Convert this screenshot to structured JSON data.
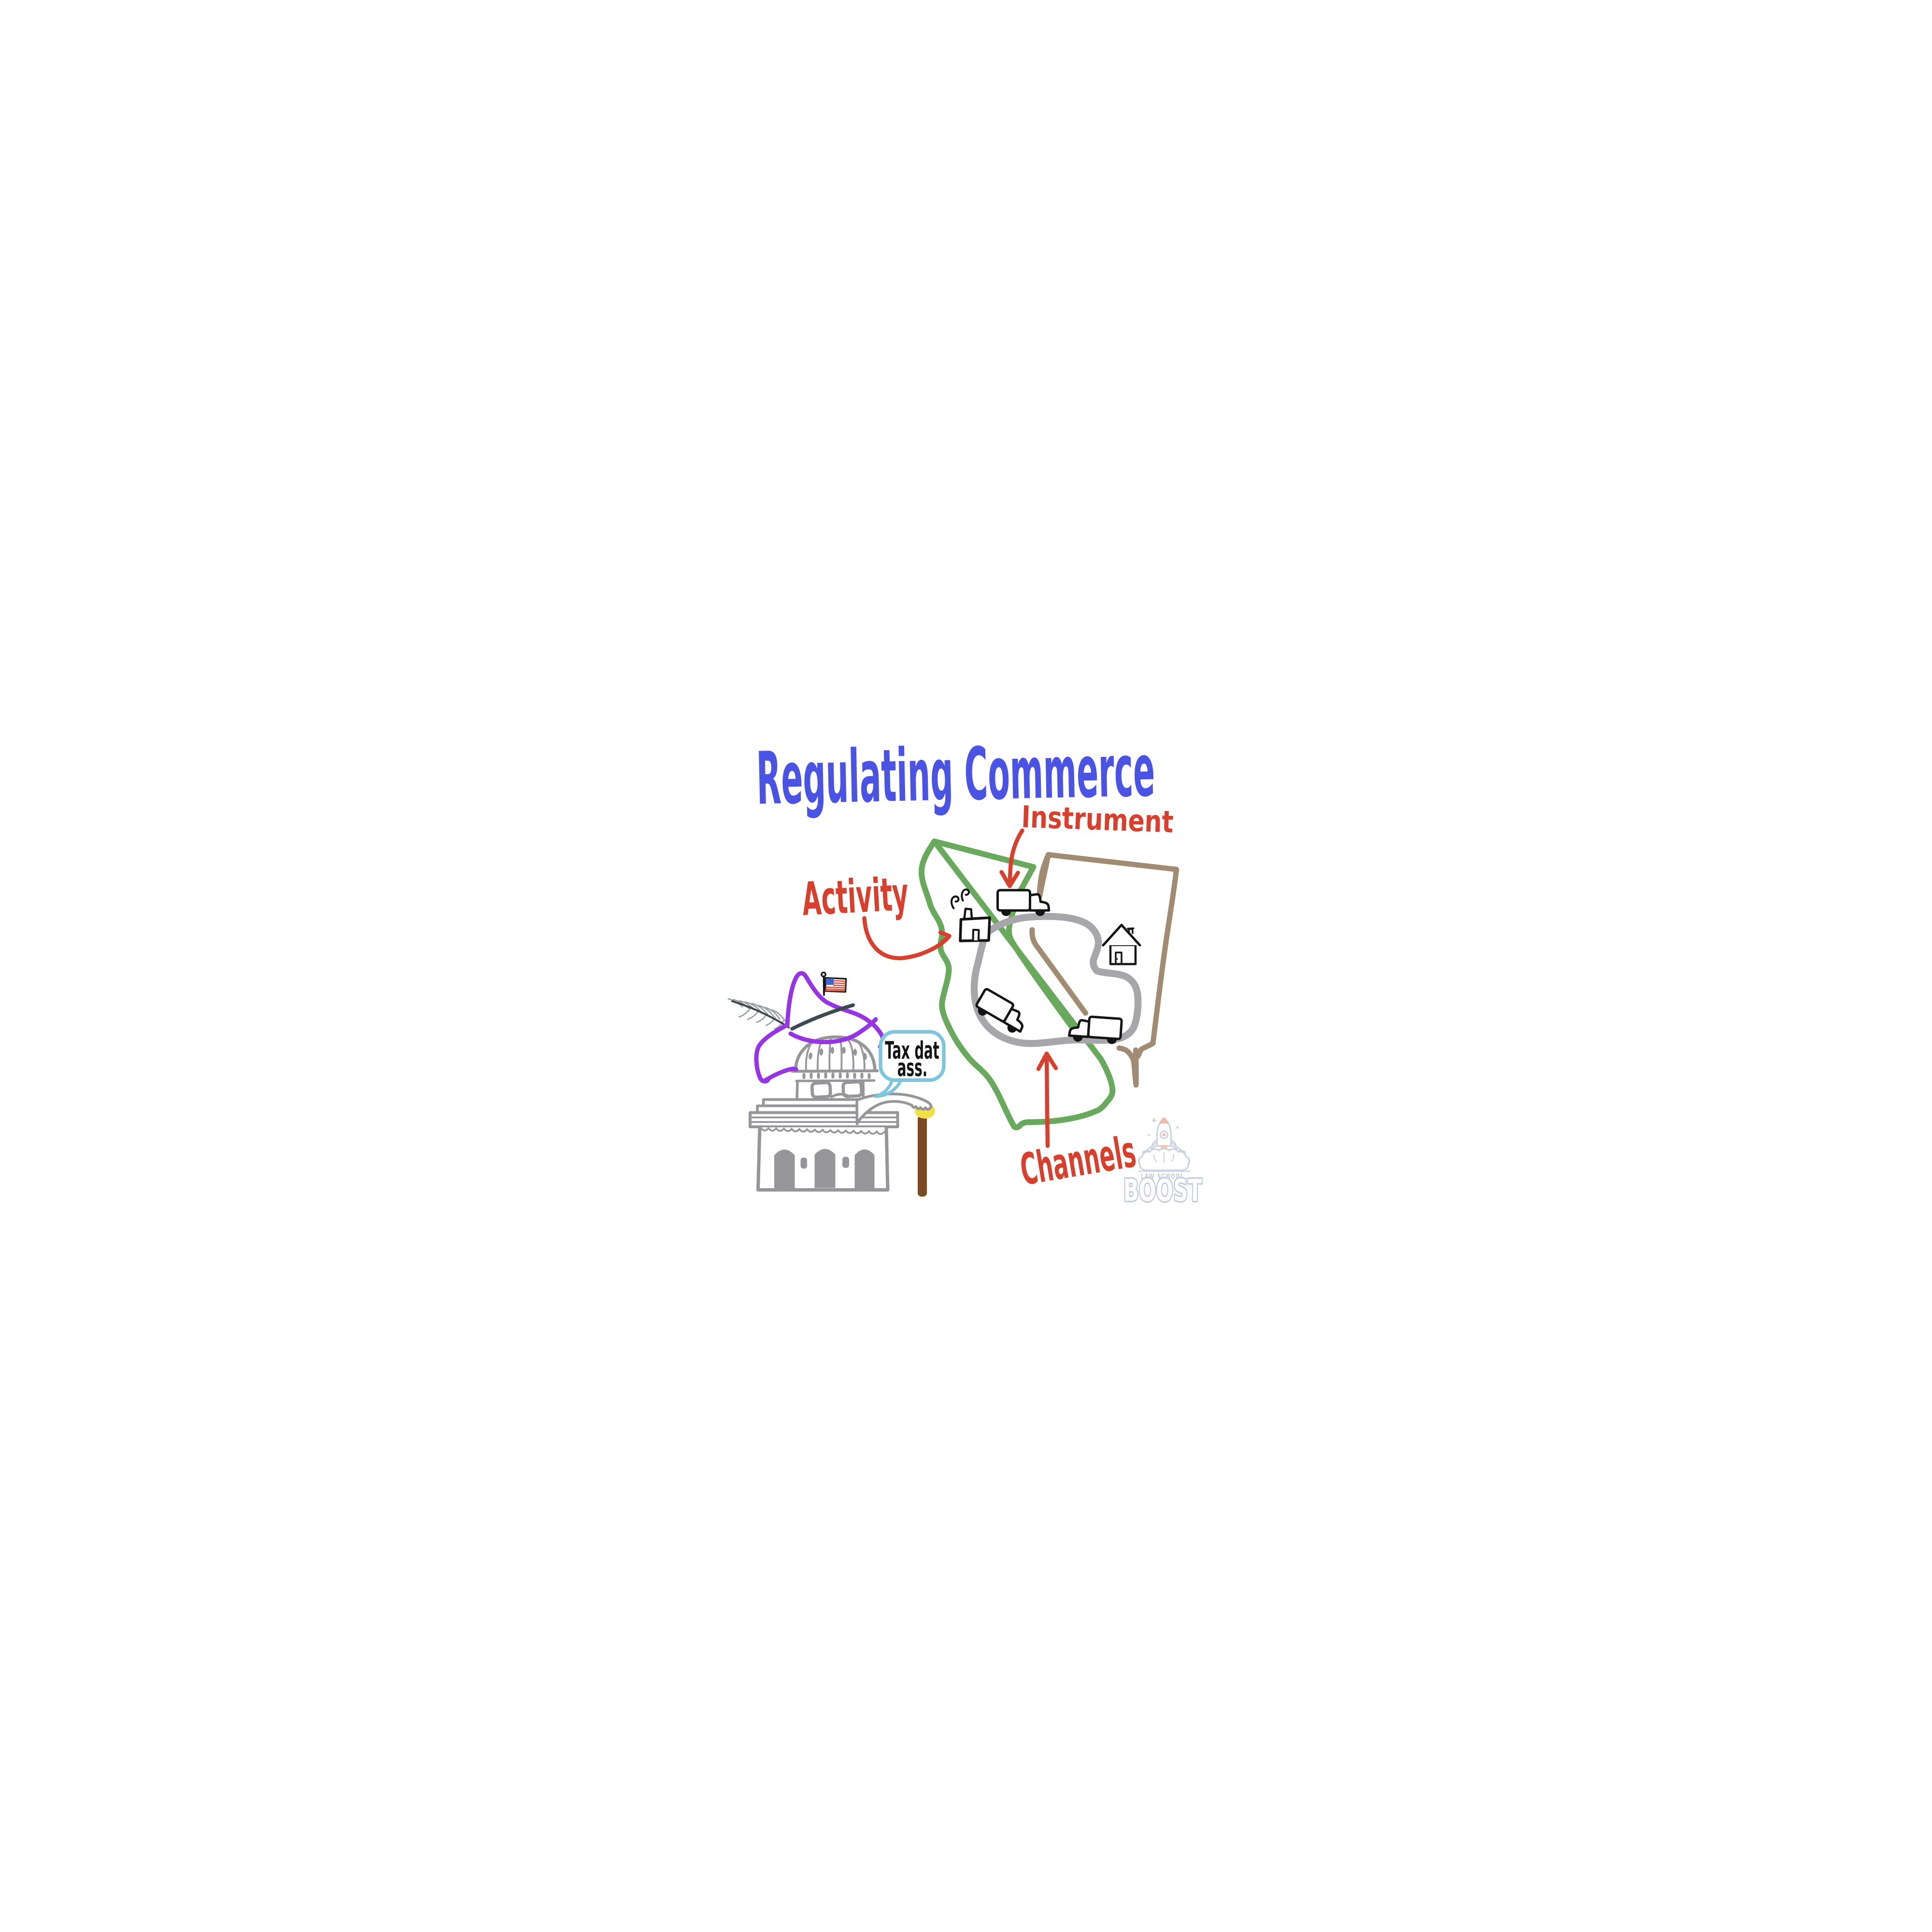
{
  "title": "Regulating Commerce",
  "labels": {
    "instrument": "Instrument",
    "activity": "Activity",
    "channels": "Channels"
  },
  "speech_bubble": {
    "line1": "Tax dat",
    "line2": "ass."
  },
  "logo": {
    "tagline": "LAW SCHOOL",
    "name": "BOOST"
  },
  "colors": {
    "title_blue": "#4b53e2",
    "label_red": "#d6402e",
    "state_green": "#68a95d",
    "state_brown": "#a18c73",
    "road_gray": "#a7a7ab",
    "capitol_gray": "#95959a",
    "hat_purple": "#9636e3",
    "hat_band_slate": "#3e4a52",
    "feather_gray": "#9a9fa4",
    "bubble_blue": "#7fc6dc",
    "ink_black": "#141414",
    "cane_knob_yellow": "#f2e049",
    "cane_shaft_brown": "#7b4a23",
    "flag_canton_blue": "#3f67c8",
    "flag_stripe_red": "#d4503c",
    "logo_gray": "#c9cfe0",
    "logo_accent_salmon": "#f3b7a6"
  }
}
